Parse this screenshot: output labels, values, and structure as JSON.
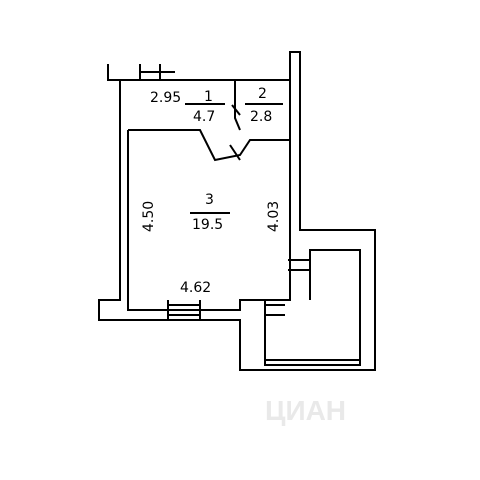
{
  "colors": {
    "wall": "#000000",
    "fill": "#ffffff",
    "watermark": "#e9e9e9"
  },
  "rooms": [
    {
      "number": "1",
      "area": "4.7"
    },
    {
      "number": "2",
      "area": "2.8"
    },
    {
      "number": "3",
      "area": "19.5"
    }
  ],
  "dimensions": {
    "hall_width": "2.95",
    "left_wall": "4.50",
    "right_wall": "4.03",
    "bottom_wall": "4.62"
  },
  "watermark": "ЦИАН"
}
